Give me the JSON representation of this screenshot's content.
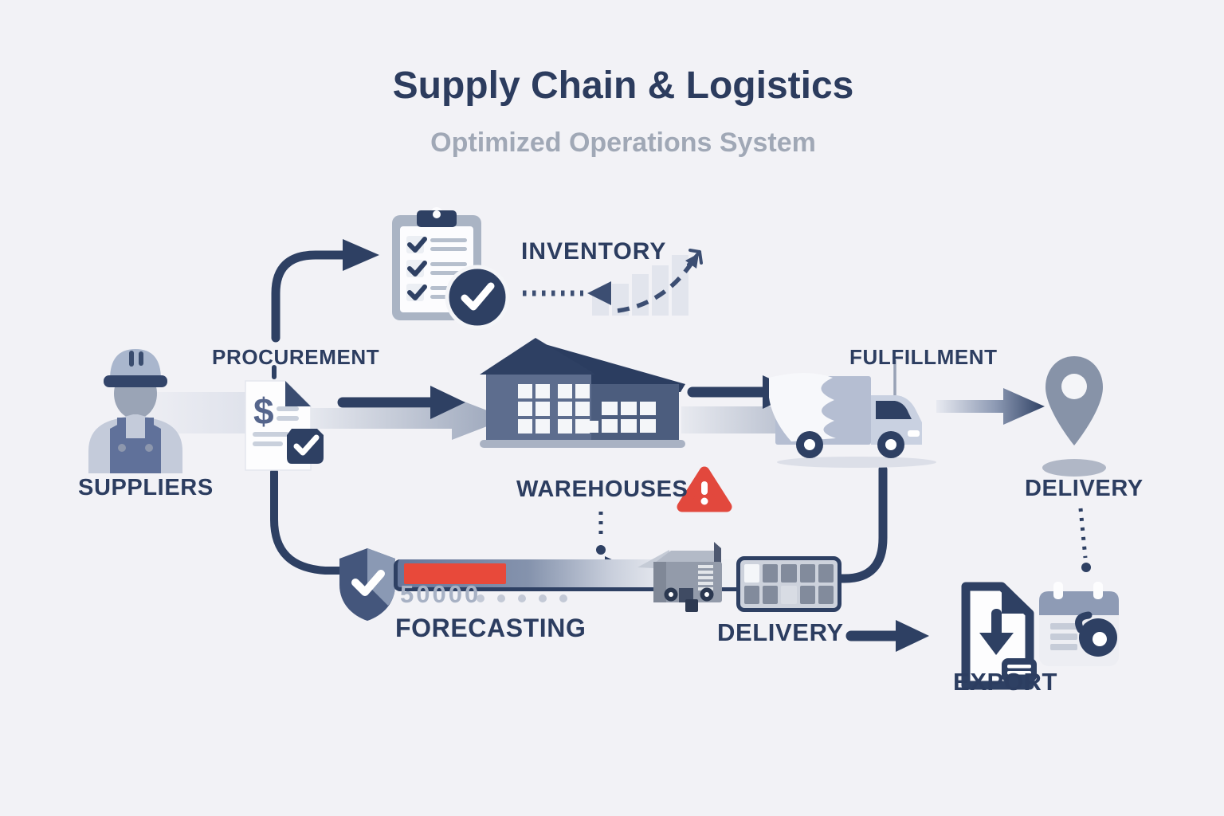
{
  "header": {
    "title": "Supply Chain & Logistics",
    "subtitle": "Optimized Operations System"
  },
  "stages": {
    "suppliers": {
      "label": "SUPPLIERS"
    },
    "procurement": {
      "label": "PROCUREMENT"
    },
    "inventory": {
      "label": "INVENTORY"
    },
    "warehouses": {
      "label": "WAREHOUSES"
    },
    "fulfillment": {
      "label": "FULFILLMENT"
    },
    "delivery_destination": {
      "label": "DELIVERY"
    },
    "forecasting": {
      "label": "FORECASTING",
      "value": "50000"
    },
    "delivery_hub": {
      "label": "DELIVERY"
    },
    "export": {
      "label": "EXPORT"
    }
  },
  "glyphs": {
    "dollar": "$"
  },
  "colors": {
    "background": "#f2f2f6",
    "navy": "#2e4063",
    "red": "#e2483d",
    "slate": "#5c6c8d",
    "light_slate": "#8793a8",
    "muted_text": "#a0a8b6"
  }
}
